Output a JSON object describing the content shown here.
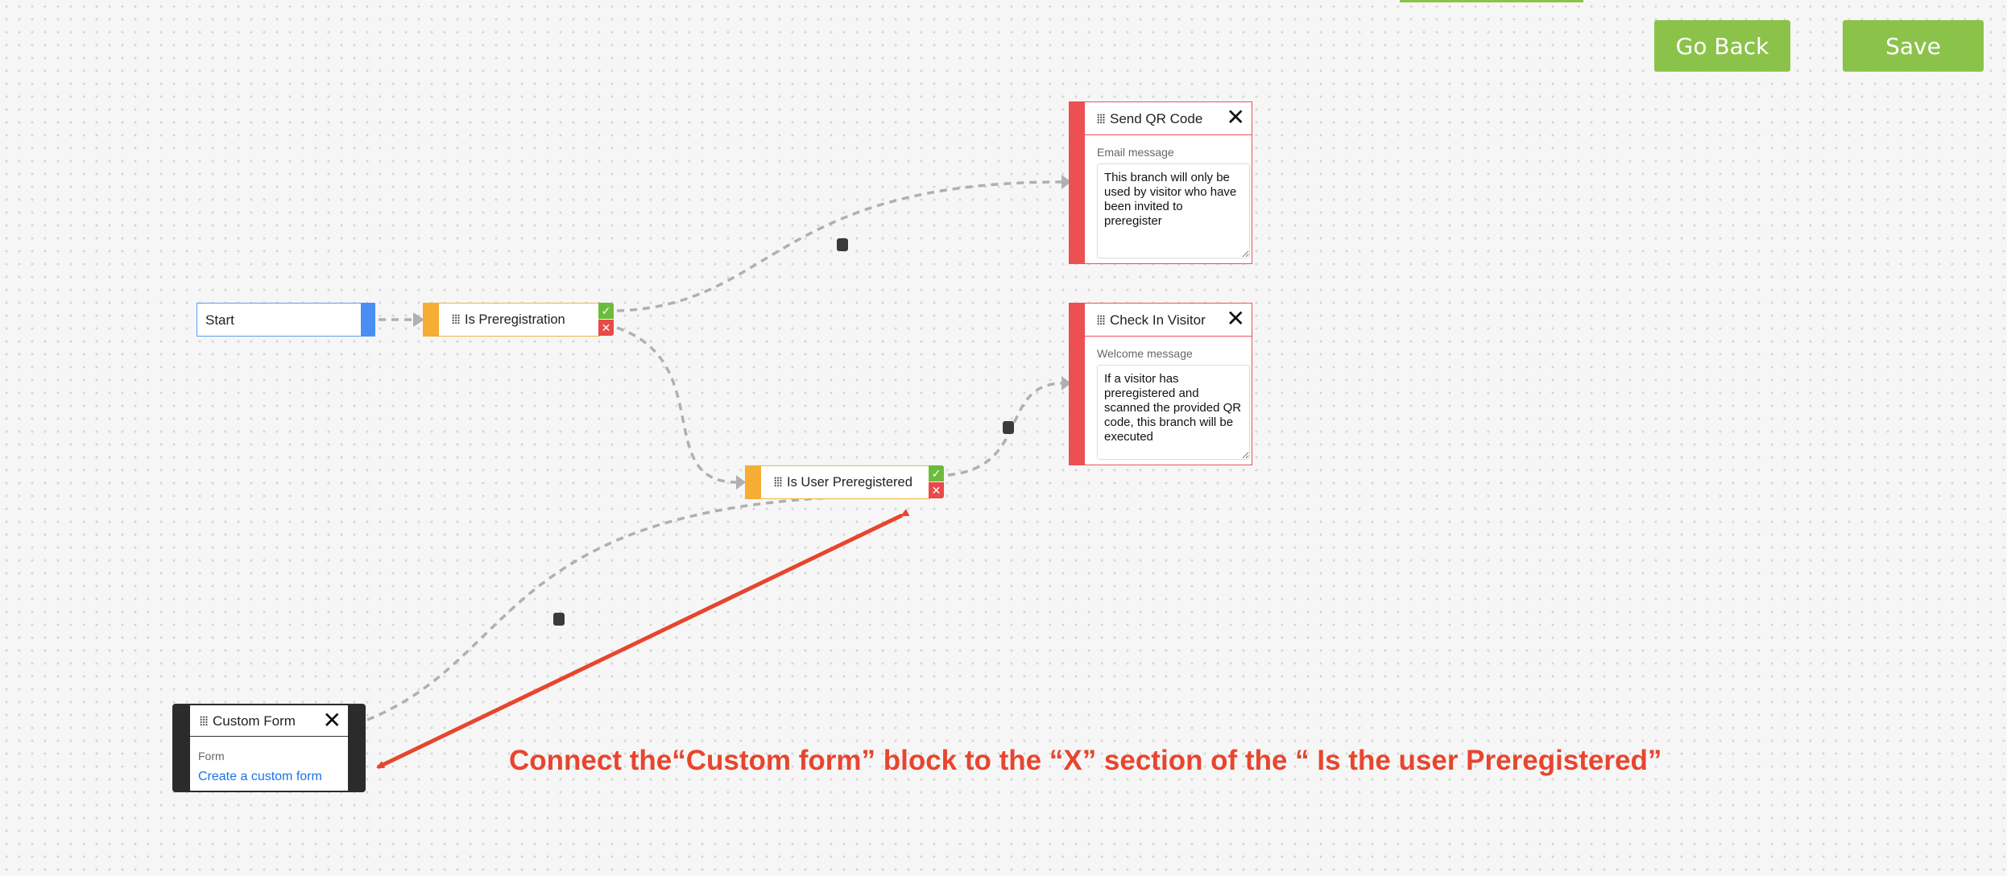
{
  "toolbar": {
    "go_back_label": "Go Back",
    "save_label": "Save"
  },
  "nodes": {
    "start": {
      "label": "Start"
    },
    "is_preregistration": {
      "label": "Is Preregistration"
    },
    "is_user_preregistered": {
      "label": "Is User Preregistered"
    },
    "send_qr_code": {
      "title": "Send QR Code",
      "field_label": "Email message",
      "field_value": "This branch will only be used by visitor who have been invited to preregister"
    },
    "check_in_visitor": {
      "title": "Check In Visitor",
      "field_label": "Welcome message",
      "field_value": "If a visitor has preregistered and scanned the provided QR code, this branch will be executed"
    },
    "custom_form": {
      "title": "Custom Form",
      "field_label": "Form",
      "link": "Create a custom form"
    }
  },
  "annotation": "Connect the“Custom form” block to the “X” section of the “ Is the user Preregistered”",
  "colors": {
    "accent_green": "#8bc34a",
    "start_blue": "#4a8ef2",
    "condition_orange": "#f5ad33",
    "action_red": "#ec5052",
    "form_dark": "#2b2b2b",
    "annotation_red": "#e8452e"
  }
}
